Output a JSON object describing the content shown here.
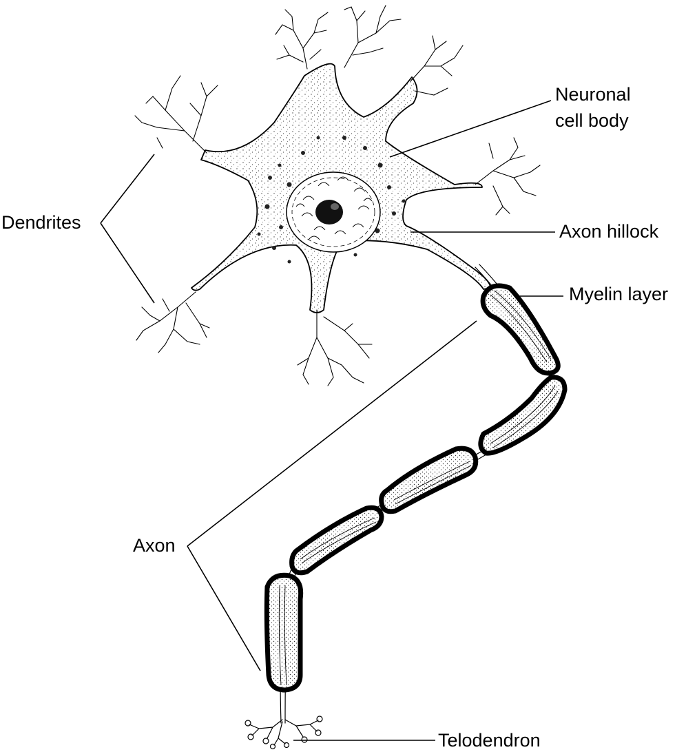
{
  "diagram": {
    "labels": {
      "neuronal_cell_body_line1": "Neuronal",
      "neuronal_cell_body_line2": "cell body",
      "dendrites": "Dendrites",
      "axon_hillock": "Axon hillock",
      "myelin_layer": "Myelin layer",
      "axon": "Axon",
      "telodendron": "Telodendron"
    },
    "colors": {
      "ink": "#000000",
      "background": "#ffffff",
      "stipple": "#444444"
    }
  }
}
